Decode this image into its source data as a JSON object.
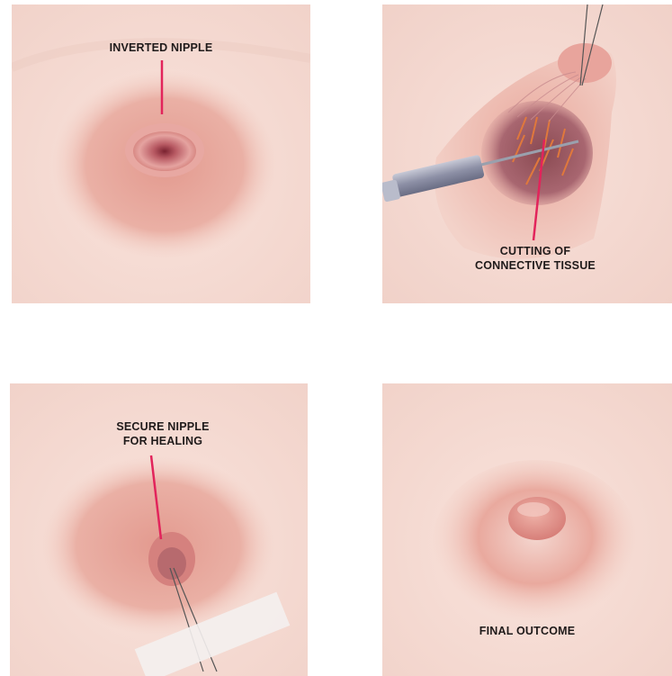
{
  "panels": [
    {
      "id": "p1",
      "label": "INVERTED NIPPLE"
    },
    {
      "id": "p2",
      "label_line1": "CUTTING OF",
      "label_line2": "CONNECTIVE TISSUE"
    },
    {
      "id": "p3",
      "label_line1": "SECURE NIPPLE",
      "label_line2": "FOR HEALING"
    },
    {
      "id": "p4",
      "label": "FINAL OUTCOME"
    }
  ],
  "colors": {
    "skin": "#f6dcd4",
    "areola": "#e8a79c",
    "nipple": "#d97e7b",
    "pointer": "#e2245b"
  }
}
